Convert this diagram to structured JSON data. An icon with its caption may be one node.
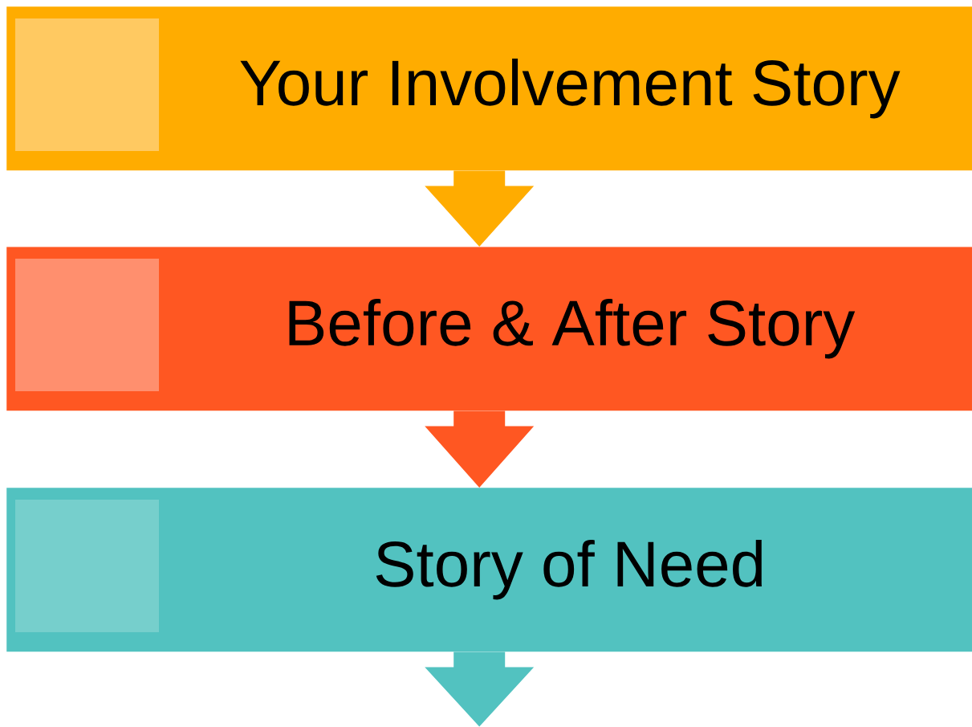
{
  "diagram": {
    "nodes": [
      {
        "text": [
          "Your Involvement Story"
        ]
      },
      {
        "text": [
          "Before & After Story"
        ]
      },
      {
        "text": [
          "Story of Need"
        ]
      }
    ],
    "edges": [
      {
        "from": 0,
        "to": 1,
        "arrow": "to",
        "color": "#ffac00"
      },
      {
        "from": 1,
        "to": 2,
        "arrow": "to",
        "color": "#ff5722"
      },
      {
        "from": 2,
        "to": null,
        "arrow": "to",
        "color": "#52c2c0"
      }
    ]
  }
}
